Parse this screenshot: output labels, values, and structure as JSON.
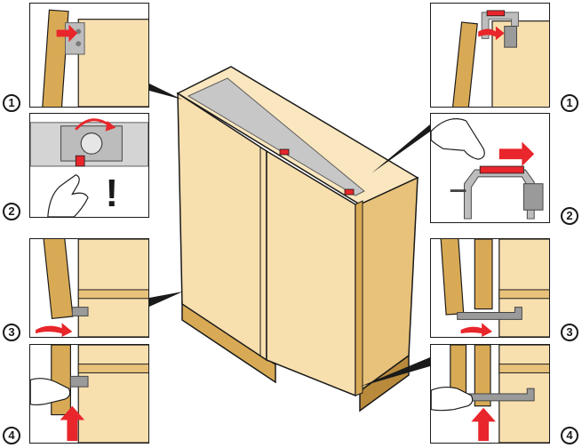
{
  "steps": {
    "left_1": "1",
    "left_2": "2",
    "left_3": "3",
    "left_4": "4",
    "right_1": "1",
    "right_2": "2",
    "right_3": "3",
    "right_4": "4"
  },
  "warning_glyph": "!",
  "colors": {
    "wood_light": "#f8dfae",
    "wood_dark": "#d9aa55",
    "wood_shadow": "#b98a3c",
    "metal": "#9a9a9a",
    "metal_dark": "#5e5e5e",
    "arrow_red": "#e8262b",
    "outline": "#1a1a1a"
  },
  "icons": [
    "push-arrow-icon",
    "rotate-arrow-icon",
    "warning-exclamation-icon",
    "finger-icon",
    "hand-icon"
  ]
}
